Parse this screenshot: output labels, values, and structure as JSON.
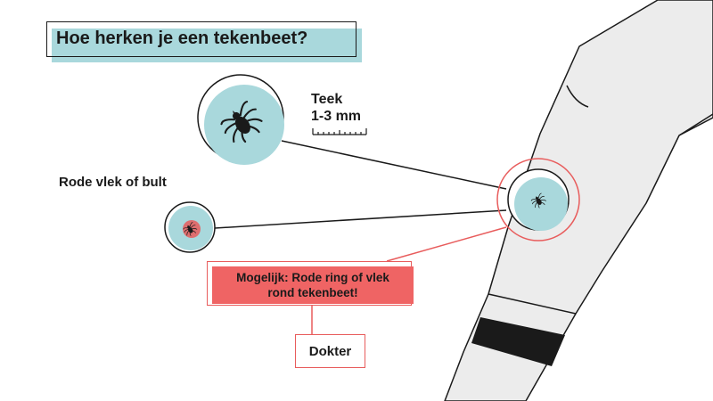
{
  "title": "Hoe herken je een tekenbeet?",
  "tick_label": "Teek",
  "tick_size": "1-3 mm",
  "spot_label": "Rode vlek of bult",
  "warning": {
    "line1": "Mogelijk: Rode ring of vlek",
    "line2": "rond tekenbeet!"
  },
  "action": "Dokter",
  "colors": {
    "accent_blue": "#a9d8dc",
    "skin": "#ececec",
    "warning_red": "#ef6464",
    "outline": "#1a1a1a",
    "red_ring": "#e85c5c"
  },
  "icons": [
    "tick-icon",
    "ruler-icon",
    "arm-illustration"
  ]
}
